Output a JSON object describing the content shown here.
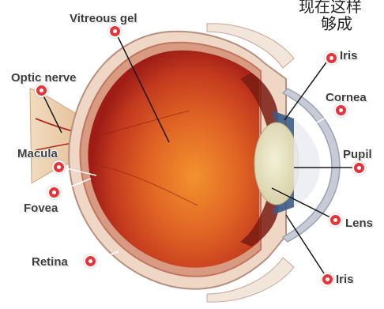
{
  "labels": {
    "vitreous_gel": "Vitreous gel",
    "optic_nerve": "Optic nerve",
    "macula": "Macula",
    "fovea": "Fovea",
    "retina": "Retina",
    "iris_top": "Iris",
    "cornea": "Cornea",
    "pupil": "Pupil",
    "lens": "Lens",
    "iris_bottom": "Iris"
  },
  "corner_text": {
    "line1": "现在这样",
    "line2": "够成"
  },
  "colors": {
    "marker": "#e8333a",
    "vitreous_center": "#f08a2c",
    "vitreous_edge": "#a8201a",
    "sclera": "#efd9c9",
    "lens": "#e8e2c0",
    "cornea": "#c6cbd6"
  }
}
